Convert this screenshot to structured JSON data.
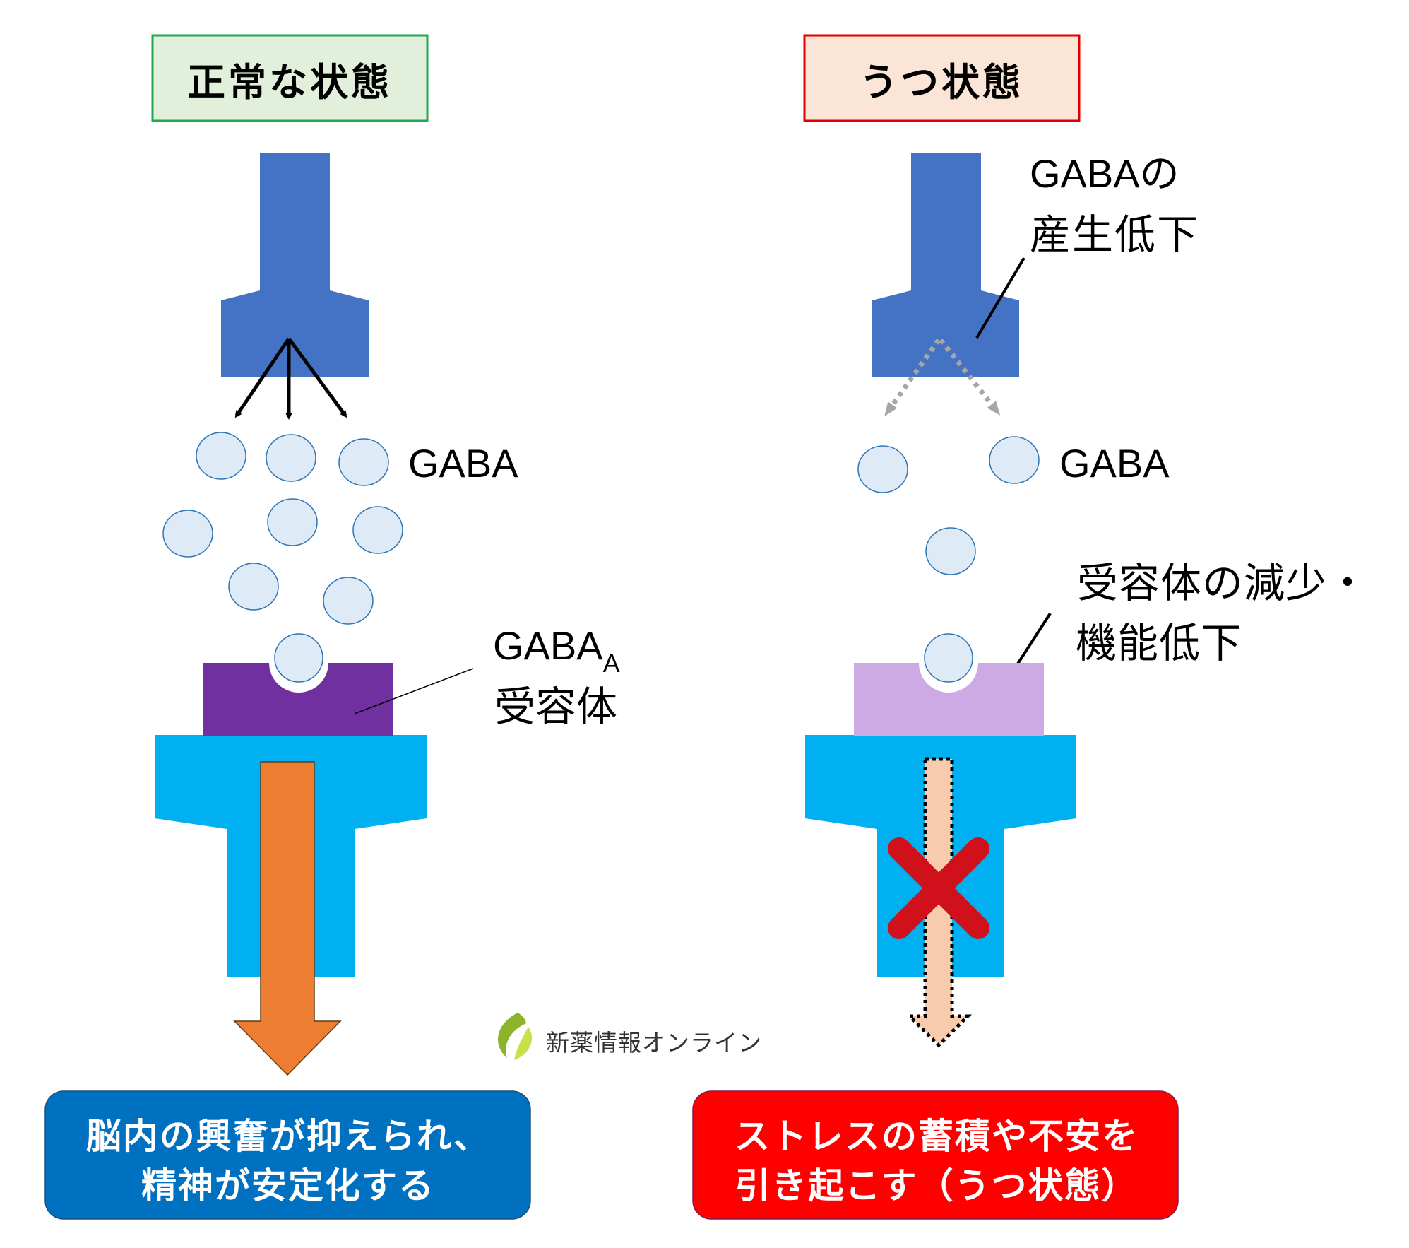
{
  "colors": {
    "presynaptic": "#4472c4",
    "gaba_fill": "#deebf7",
    "gaba_stroke": "#2e75b6",
    "receptor_normal": "#7030a0",
    "receptor_reduced": "#cdaae3",
    "postsynaptic": "#00b0f0",
    "signal_normal": "#ed7d31",
    "signal_weak": "#f8cbad",
    "block_x": "#d0101a",
    "normal_title_bg": "#e2efda",
    "normal_title_border": "#1fa84f",
    "depressed_title_bg": "#fbe5d6",
    "depressed_title_border": "#e00000",
    "normal_outcome_bg": "#0070c0",
    "depressed_outcome_bg": "#ff0000",
    "release_arrow_weak": "#a6a6a6"
  },
  "panels": {
    "normal": {
      "title": "正常な状態",
      "gaba_label": "GABA",
      "receptor_label_main": "GABA",
      "receptor_label_sub": "A",
      "receptor_label_line2": "受容体",
      "outcome_line1": "脳内の興奮が抑えられ、",
      "outcome_line2": "精神が安定化する",
      "gaba_molecule_count": 9,
      "release_arrows": 3
    },
    "depressed": {
      "title": "うつ状態",
      "gaba_label": "GABA",
      "production_note_line1": "GABAの",
      "production_note_line2": "産生低下",
      "receptor_note_line1": "受容体の減少・",
      "receptor_note_line2": "機能低下",
      "outcome_line1": "ストレスの蓄積や不安を",
      "outcome_line2": "引き起こす（うつ状態）",
      "gaba_molecule_count": 4,
      "release_arrows": 2
    }
  },
  "watermark": {
    "text": "新薬情報オンライン",
    "icon": "leaf-icon"
  }
}
